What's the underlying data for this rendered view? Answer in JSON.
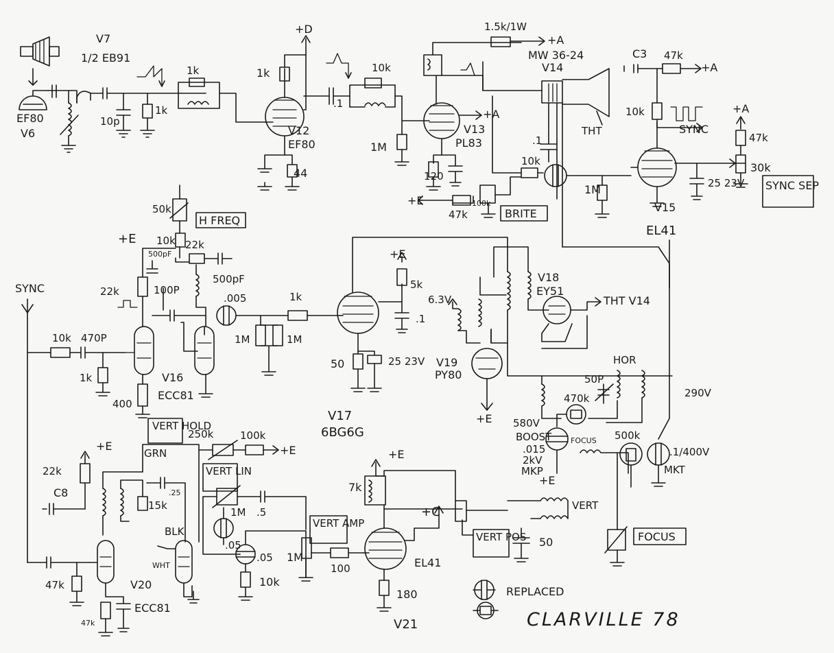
{
  "title": "CLARVILLE 78",
  "legend_replaced": "REPLACED",
  "labels": {
    "v7": "V7",
    "v7_type": "1/2 EB91",
    "v6": "V6",
    "v6_type": "EF80",
    "v12": "V12",
    "v12_type": "EF80",
    "v13": "V13",
    "v13_type": "PL83",
    "v14": "V14",
    "v14_type": "MW 36-24",
    "v15": "V15",
    "v15_type": "EL41",
    "v16": "V16",
    "v16_type": "ECC81",
    "v17": "V17",
    "v17_type": "6BG6G",
    "v18": "V18",
    "v18_type": "EY51",
    "v19": "V19",
    "v19_type": "PY80",
    "v20": "V20",
    "v20_type": "ECC81",
    "v21": "V21",
    "v21_type": "EL41",
    "plus_d": "+D",
    "plus_a": "+A",
    "plus_e": "+E",
    "plus_c": "+C",
    "sync": "SYNC",
    "tht": "THT",
    "tht_v14": "THT V14",
    "c3": "C3",
    "c8": "C8",
    "r_154": "1.5k/1W",
    "r_1k": "1k",
    "r_10k": "10k",
    "r_1m": "1M",
    "r_47k": "47k",
    "r_30k": "30k",
    "r_22k": "22k",
    "r_50k": "50k",
    "r_5k": "5k",
    "r_400": "400",
    "r_100k": "100k",
    "r_250k": "250k",
    "r_15k": "15k",
    "r_7k": "7k",
    "r_100": "100",
    "r_180": "180",
    "r_120": "120",
    "r_44": "44",
    "r_50": "50",
    "r_500k": "500k",
    "r_470k": "470k",
    "c_10p": "10p",
    "c_01": ".1",
    "c_25_23v": "25\n23V",
    "c_500pf": "500pF",
    "c_100p": "100P",
    "c_470p": "470P",
    "c_005": ".005",
    "c_05": ".05",
    "c_5": ".5",
    "c_25": ".25",
    "c_01_400v": ".1/400V",
    "c_015": ".015",
    "c_50p": "50P",
    "v_63": "6.3V",
    "v_580": "580V",
    "v_290": "290V",
    "boost": "BOOST",
    "kv": "2kV",
    "mkp": "MKP",
    "mkt": "MKT",
    "focus": "FOCUS",
    "hor": "HOR",
    "vert": "VERT",
    "grn": "GRN",
    "blk": "BLK",
    "wht": "WHT",
    "box_hfreq": "H FREQ",
    "box_brite": "BRITE",
    "box_sync_sep": "SYNC SEP",
    "box_vert_hold": "VERT HOLD",
    "box_vert_lin": "VERT LIN",
    "box_vert_amp": "VERT AMP",
    "box_vert_pos": "VERT POS",
    "box_focus": "FOCUS"
  }
}
